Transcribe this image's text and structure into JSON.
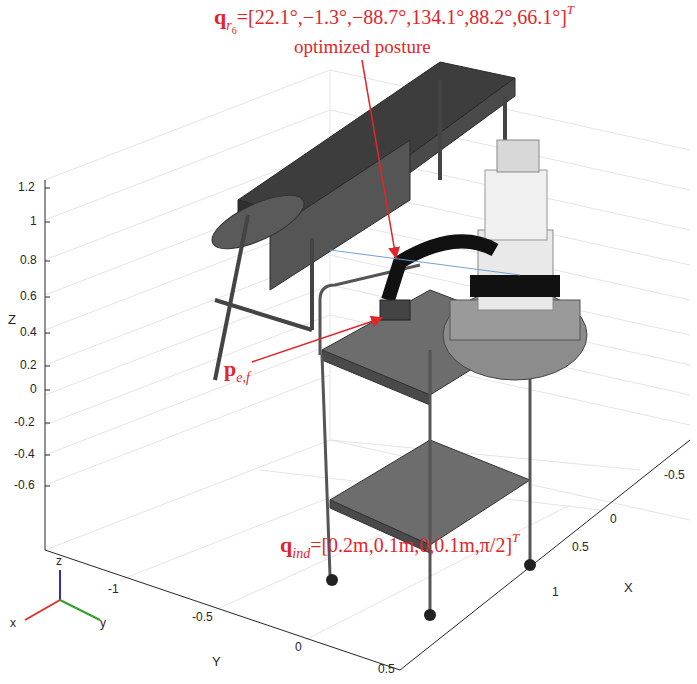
{
  "diagram": {
    "labels": [
      "q",
      "r",
      "6",
      "=[22.1°,−1.3°,−88.7°,134.1°,88.2°,66.1°]",
      "T",
      "optimized posture",
      "p",
      "e,f",
      "q",
      "ind",
      "=[0.2m,0.1m,0,0.1m,π/2]",
      "T",
      "1.2",
      "1",
      "0.8",
      "0.6",
      "0.4",
      "0.2",
      "0",
      "-0.2",
      "-0.4",
      "-0.6",
      "Z",
      "-1",
      "-0.5",
      "0",
      "0.5",
      "Y",
      "-0.5",
      "0",
      "0.5",
      "1",
      "X",
      "z",
      "x",
      "y"
    ]
  }
}
